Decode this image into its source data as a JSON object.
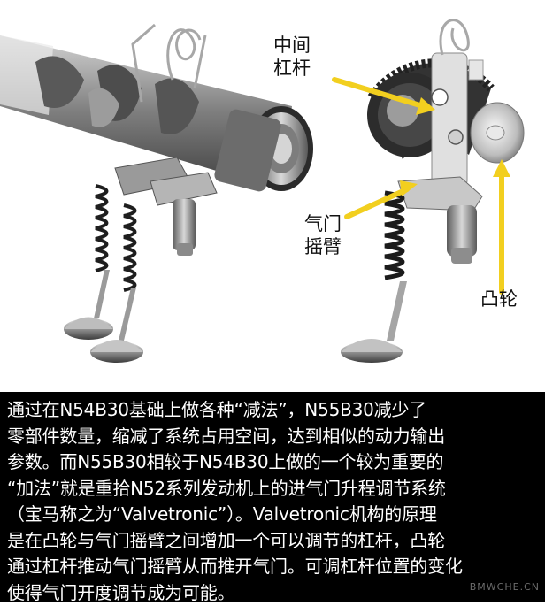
{
  "labels": {
    "intermediate_lever_line1": "中间",
    "intermediate_lever_line2": "杠杆",
    "rocker_arm_line1": "气门",
    "rocker_arm_line2": "摇臂",
    "cam": "凸轮"
  },
  "caption": {
    "lines": [
      "通过在N54B30基础上做各种“减法”，N55B30减少了",
      "零部件数量，缩减了系统占用空间，达到相似的动力输出",
      "参数。而N55B30相较于N54B30上做的一个较为重要的",
      "“加法”就是重拾N52系列发动机上的进气门升程调节系统",
      "（宝马称之为“Valvetronic”）。Valvetronic机构的原理",
      "是在凸轮与气门摇臂之间增加一个可以调节的杠杆，凸轮",
      "通过杠杆推动气门摇臂从而推开气门。可调杠杆位置的变化",
      "使得气门开度调节成为可能。"
    ]
  },
  "watermark": "BMWCHE.CN",
  "colors": {
    "arrow": "#f2cf1f",
    "caption_bg": "#000000",
    "caption_text": "#ffffff"
  }
}
